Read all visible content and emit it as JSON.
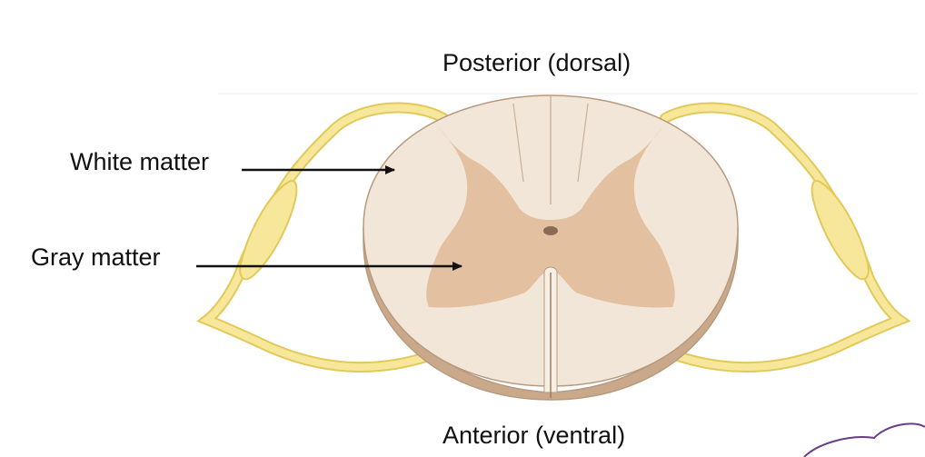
{
  "diagram": {
    "labels": {
      "posterior": "Posterior (dorsal)",
      "anterior": "Anterior (ventral)",
      "white_matter": "White matter",
      "gray_matter": "Gray matter"
    },
    "colors": {
      "white_matter": "#f1e6d8",
      "gray_matter": "#e2c0a0",
      "cord_edge": "#b79a7e",
      "cord_side": "#c9a98a",
      "nerve_fill": "#f6e79a",
      "nerve_stroke": "#e2c95a",
      "arrow": "#111111",
      "corner_decoration": "#6a3d86"
    }
  }
}
